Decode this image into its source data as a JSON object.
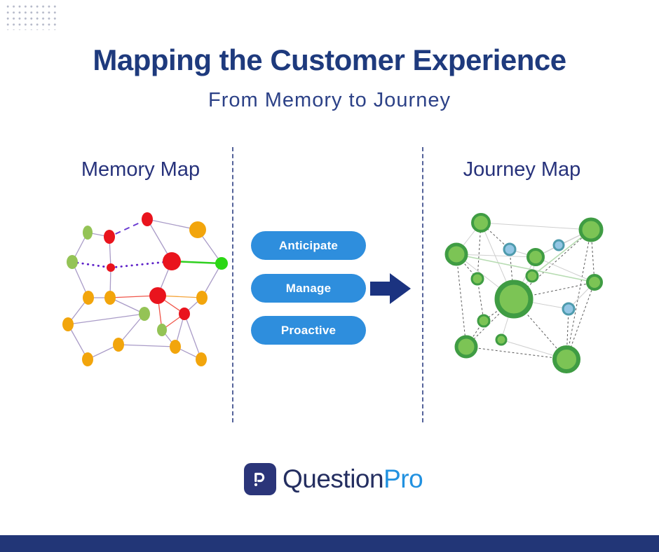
{
  "page": {
    "title": "Mapping the Customer Experience",
    "subtitle": "From Memory to Journey"
  },
  "colors": {
    "heading_navy": "#1e3a7d",
    "divider": "#55639a",
    "pill_blue": "#2e8edd",
    "arrow_navy": "#1b3380",
    "footer_bar_navy": "#223677"
  },
  "transformation": {
    "steps": [
      "Anticipate",
      "Manage",
      "Proactive"
    ],
    "arrow_icon": "right-arrow",
    "arrow_color": "#1b3380"
  },
  "memory_map": {
    "label": "Memory Map",
    "node_colors": {
      "red": {
        "fill": "#e9141d"
      },
      "orange": {
        "fill": "#f2a50c"
      },
      "green": {
        "fill": "#94c356"
      },
      "bright": {
        "fill": "#2bd714"
      }
    },
    "edge_styles": {
      "thin": {
        "stroke": "#a99bc7",
        "width": 1.3,
        "dash": ""
      },
      "dashed": {
        "stroke": "#6a3bd1",
        "width": 2,
        "dash": "8 6"
      },
      "dotted": {
        "stroke": "#5d21c8",
        "width": 2.8,
        "dash": "0.5 7",
        "cap": "round"
      },
      "green": {
        "stroke": "#2fd01f",
        "width": 2.4,
        "dash": ""
      },
      "red": {
        "stroke": "#f0564a",
        "width": 1.3,
        "dash": ""
      },
      "orange": {
        "stroke": "#f5a43a",
        "width": 1.3,
        "dash": ""
      }
    },
    "nodes": [
      [
        128,
        13,
        8,
        10,
        "red"
      ],
      [
        43,
        32,
        7,
        10,
        "green"
      ],
      [
        74,
        38,
        8,
        10,
        "red"
      ],
      [
        200,
        28,
        12,
        12,
        "orange"
      ],
      [
        21,
        74,
        8,
        10,
        "green"
      ],
      [
        76,
        82,
        6,
        6,
        "red"
      ],
      [
        163,
        73,
        13,
        13,
        "red"
      ],
      [
        234,
        76,
        9,
        9,
        "bright"
      ],
      [
        44,
        125,
        8,
        10,
        "orange"
      ],
      [
        75,
        125,
        8,
        10,
        "orange"
      ],
      [
        143,
        122,
        12,
        12,
        "red"
      ],
      [
        206,
        125,
        8,
        10,
        "orange"
      ],
      [
        124,
        148,
        8,
        10,
        "green"
      ],
      [
        181,
        148,
        8,
        9,
        "red"
      ],
      [
        15,
        163,
        8,
        10,
        "orange"
      ],
      [
        149,
        171,
        7,
        9,
        "green"
      ],
      [
        87,
        192,
        8,
        10,
        "orange"
      ],
      [
        168,
        195,
        8,
        10,
        "orange"
      ],
      [
        43,
        213,
        8,
        10,
        "orange"
      ],
      [
        205,
        213,
        8,
        10,
        "orange"
      ]
    ],
    "edges": [
      [
        0,
        2,
        "dashed"
      ],
      [
        0,
        3,
        "thin"
      ],
      [
        0,
        6,
        "thin"
      ],
      [
        1,
        2,
        "thin"
      ],
      [
        1,
        4,
        "thin"
      ],
      [
        2,
        5,
        "thin"
      ],
      [
        4,
        5,
        "dotted"
      ],
      [
        5,
        6,
        "dotted"
      ],
      [
        6,
        7,
        "green"
      ],
      [
        3,
        7,
        "thin"
      ],
      [
        6,
        10,
        "thin"
      ],
      [
        7,
        11,
        "thin"
      ],
      [
        4,
        8,
        "thin"
      ],
      [
        5,
        9,
        "thin"
      ],
      [
        8,
        9,
        "thin"
      ],
      [
        9,
        10,
        "red"
      ],
      [
        10,
        11,
        "orange"
      ],
      [
        10,
        13,
        "red"
      ],
      [
        10,
        15,
        "red"
      ],
      [
        13,
        15,
        "red"
      ],
      [
        9,
        12,
        "thin"
      ],
      [
        12,
        14,
        "thin"
      ],
      [
        12,
        16,
        "thin"
      ],
      [
        8,
        14,
        "thin"
      ],
      [
        14,
        18,
        "thin"
      ],
      [
        16,
        18,
        "thin"
      ],
      [
        16,
        17,
        "thin"
      ],
      [
        15,
        17,
        "thin"
      ],
      [
        17,
        19,
        "thin"
      ],
      [
        13,
        17,
        "thin"
      ],
      [
        11,
        13,
        "thin"
      ],
      [
        13,
        19,
        "thin"
      ]
    ]
  },
  "journey_map": {
    "label": "Journey Map",
    "node_colors": {
      "g": {
        "fill": "#7cc455",
        "stroke": "#3f9c43"
      },
      "b": {
        "fill": "#93c6e4",
        "stroke": "#4e9bad"
      }
    },
    "edge_styles": {
      "dash": {
        "stroke": "#5a5a5a",
        "width": 1,
        "dash": "3 3"
      },
      "light": {
        "stroke": "#cfcfcf",
        "width": 1,
        "dash": ""
      },
      "lgreen": {
        "stroke": "#b7dcb2",
        "width": 1.6,
        "dash": ""
      }
    },
    "nodes": [
      [
        58,
        18,
        12,
        12,
        "g",
        4
      ],
      [
        215,
        28,
        15,
        15,
        "g",
        5
      ],
      [
        23,
        63,
        14,
        14,
        "g",
        5
      ],
      [
        99,
        56,
        8,
        8,
        "b",
        3
      ],
      [
        169,
        50,
        7,
        7,
        "b",
        3
      ],
      [
        136,
        67,
        11,
        11,
        "g",
        4
      ],
      [
        53,
        98,
        8,
        8,
        "g",
        3
      ],
      [
        131,
        94,
        8,
        8,
        "g",
        3
      ],
      [
        105,
        127,
        24,
        24,
        "g",
        7
      ],
      [
        220,
        103,
        10,
        10,
        "g",
        4
      ],
      [
        183,
        141,
        8,
        8,
        "b",
        3
      ],
      [
        62,
        158,
        8,
        8,
        "g",
        3
      ],
      [
        87,
        185,
        7,
        7,
        "g",
        3
      ],
      [
        37,
        195,
        14,
        14,
        "g",
        5
      ],
      [
        180,
        213,
        17,
        17,
        "g",
        6
      ]
    ],
    "edges": [
      [
        0,
        1,
        "light"
      ],
      [
        0,
        2,
        "light"
      ],
      [
        0,
        8,
        "light"
      ],
      [
        0,
        6,
        "dash"
      ],
      [
        0,
        3,
        "dash"
      ],
      [
        1,
        4,
        "light"
      ],
      [
        1,
        5,
        "light"
      ],
      [
        1,
        9,
        "dash"
      ],
      [
        1,
        14,
        "dash"
      ],
      [
        1,
        8,
        "dash"
      ],
      [
        1,
        7,
        "lgreen"
      ],
      [
        2,
        6,
        "dash"
      ],
      [
        2,
        8,
        "light"
      ],
      [
        2,
        13,
        "dash"
      ],
      [
        2,
        5,
        "light"
      ],
      [
        2,
        9,
        "lgreen"
      ],
      [
        3,
        8,
        "dash"
      ],
      [
        3,
        5,
        "light"
      ],
      [
        4,
        5,
        "light"
      ],
      [
        5,
        8,
        "light"
      ],
      [
        5,
        7,
        "light"
      ],
      [
        5,
        9,
        "light"
      ],
      [
        7,
        8,
        "light"
      ],
      [
        8,
        10,
        "light"
      ],
      [
        8,
        11,
        "dash"
      ],
      [
        8,
        12,
        "light"
      ],
      [
        8,
        13,
        "dash"
      ],
      [
        8,
        14,
        "dash"
      ],
      [
        8,
        9,
        "dash"
      ],
      [
        9,
        14,
        "dash"
      ],
      [
        9,
        10,
        "light"
      ],
      [
        10,
        14,
        "dash"
      ],
      [
        11,
        13,
        "dash"
      ],
      [
        12,
        14,
        "light"
      ],
      [
        13,
        14,
        "dash"
      ],
      [
        6,
        11,
        "dash"
      ]
    ]
  },
  "brand": {
    "name_primary": "Question",
    "name_secondary": "Pro",
    "icon": "questionpro-p-icon",
    "icon_bg": "#2b3579"
  }
}
